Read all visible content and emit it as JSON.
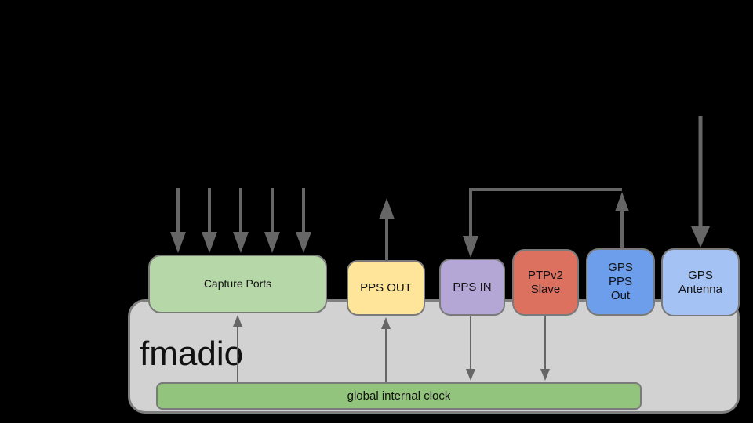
{
  "background_color": "#000000",
  "chassis": {
    "label": "fmadio",
    "fill": "#d2d2d2",
    "border_color": "#7f7f7f"
  },
  "boxes": {
    "capture_ports": {
      "label": "Capture Ports",
      "fill": "#b6d7a8"
    },
    "pps_out": {
      "label": "PPS OUT",
      "fill": "#ffe599"
    },
    "pps_in": {
      "label": "PPS IN",
      "fill": "#b4a7d6"
    },
    "ptpv2_slave": {
      "label": "PTPv2\nSlave",
      "fill": "#dd7160"
    },
    "gps_pps_out": {
      "label": "GPS\nPPS\nOut",
      "fill": "#6d9eeb"
    },
    "gps_antenna": {
      "label": "GPS\nAntenna",
      "fill": "#a4c2f4"
    }
  },
  "clock": {
    "label": "global internal clock",
    "fill": "#93c47d"
  },
  "arrows": {
    "color": "#666666",
    "connections": [
      {
        "id": "external-inputs-to-capture-ports",
        "to": "capture_ports",
        "direction": "in",
        "count": 5
      },
      {
        "id": "pps-out-external-output",
        "from": "pps_out",
        "direction": "out"
      },
      {
        "id": "gps-pps-out-loopback-to-pps-in",
        "from": "gps_pps_out",
        "to": "pps_in"
      },
      {
        "id": "external-input-to-gps-antenna",
        "to": "gps_antenna",
        "direction": "in"
      },
      {
        "id": "clock-to-capture-ports",
        "from": "global_clock",
        "to": "capture_ports"
      },
      {
        "id": "clock-to-pps-out",
        "from": "global_clock",
        "to": "pps_out"
      },
      {
        "id": "pps-in-to-clock",
        "from": "pps_in",
        "to": "global_clock"
      },
      {
        "id": "ptpv2-slave-to-clock",
        "from": "ptpv2_slave",
        "to": "global_clock"
      }
    ]
  }
}
